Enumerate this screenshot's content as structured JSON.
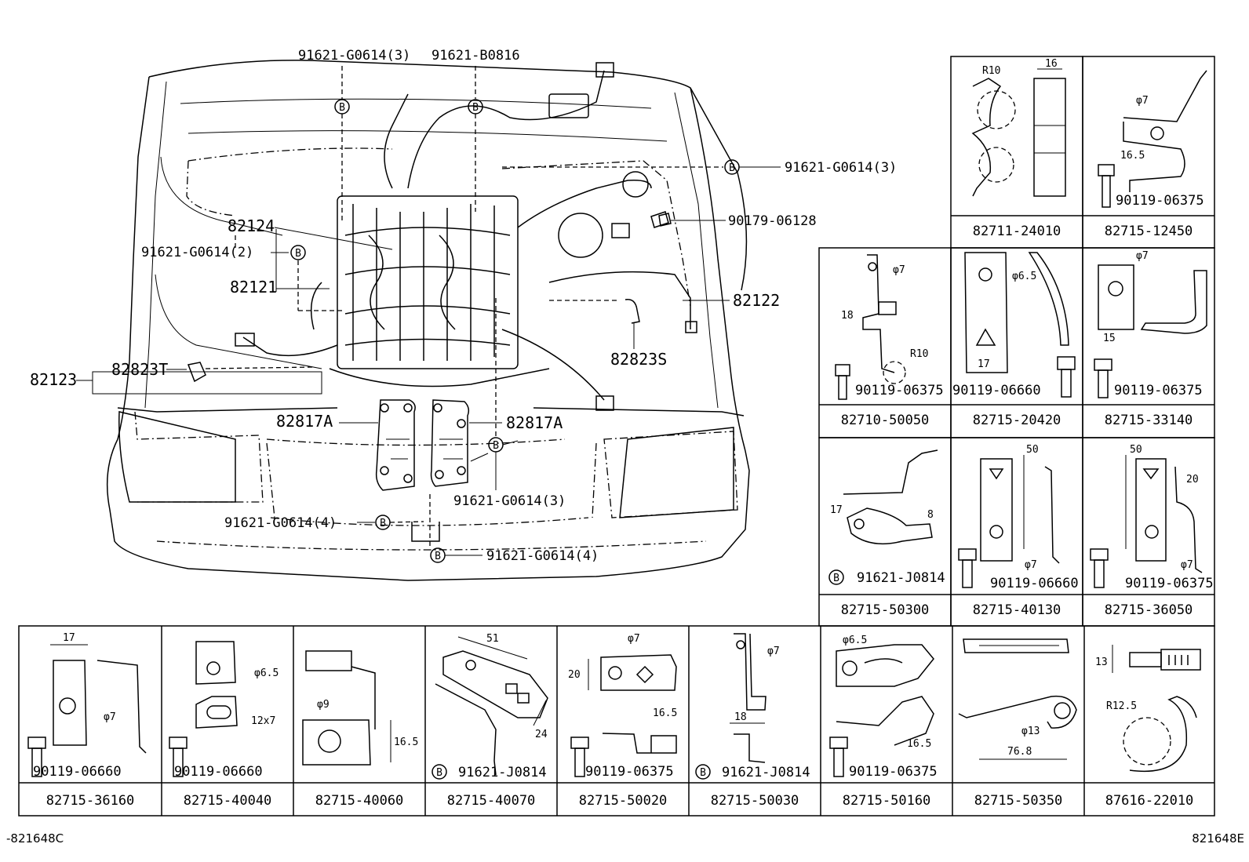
{
  "main_callouts": {
    "c1": "91621-G0614(3)",
    "c2": "91621-B0816",
    "c3": "91621-G0614(3)",
    "c4": "90179-06128",
    "c5": "82124",
    "c6": "91621-G0614(2)",
    "c7": "82121",
    "c8": "82122",
    "c9": "82823S",
    "c10": "82123",
    "c11": "82823T",
    "c12": "82817A",
    "c13": "82817A",
    "c14": "91621-G0614(3)",
    "c15": "91621-G0614(4)",
    "c16": "91621-G0614(4)"
  },
  "marker_letter": "B",
  "right_panels": [
    {
      "part": "82711-24010",
      "dims": [
        "R10",
        "16"
      ]
    },
    {
      "part": "82715-12450",
      "bolt": "90119-06375",
      "dims": [
        "φ7",
        "16.5"
      ]
    },
    {
      "part": "82710-50050",
      "bolt": "90119-06375",
      "dims": [
        "φ7",
        "18",
        "R10"
      ]
    },
    {
      "part": "82715-20420",
      "bolt": "90119-06660",
      "dims": [
        "φ6.5",
        "17"
      ]
    },
    {
      "part": "82715-33140",
      "bolt": "90119-06375",
      "dims": [
        "φ7",
        "15"
      ]
    },
    {
      "part": "82715-50300",
      "bolt": "91621-J0814",
      "dims": [
        "17",
        "8"
      ]
    },
    {
      "part": "82715-40130",
      "bolt": "90119-06660",
      "dims": [
        "50",
        "φ7"
      ]
    },
    {
      "part": "82715-36050",
      "bolt": "90119-06375",
      "dims": [
        "50",
        "20",
        "φ7"
      ]
    }
  ],
  "bottom_panels": [
    {
      "part": "82715-36160",
      "bolt": "90119-06660",
      "dims": [
        "17",
        "φ7"
      ]
    },
    {
      "part": "82715-40040",
      "bolt": "90119-06660",
      "dims": [
        "φ6.5",
        "12x7"
      ]
    },
    {
      "part": "82715-40060",
      "bolt": "",
      "dims": [
        "φ9",
        "16.5"
      ]
    },
    {
      "part": "82715-40070",
      "bolt": "91621-J0814",
      "dims": [
        "51",
        "24"
      ]
    },
    {
      "part": "82715-50020",
      "bolt": "90119-06375",
      "dims": [
        "φ7",
        "20",
        "16.5"
      ]
    },
    {
      "part": "82715-50030",
      "bolt": "91621-J0814",
      "dims": [
        "φ7",
        "18"
      ]
    },
    {
      "part": "82715-50160",
      "bolt": "90119-06375",
      "dims": [
        "φ6.5",
        "16.5"
      ]
    },
    {
      "part": "82715-50350",
      "bolt": "",
      "dims": [
        "φ13",
        "76.8"
      ]
    },
    {
      "part": "87616-22010",
      "bolt": "",
      "dims": [
        "13",
        "R12.5"
      ]
    }
  ],
  "footer": {
    "left_ref": "-821648C",
    "right_ref": "821648E"
  }
}
